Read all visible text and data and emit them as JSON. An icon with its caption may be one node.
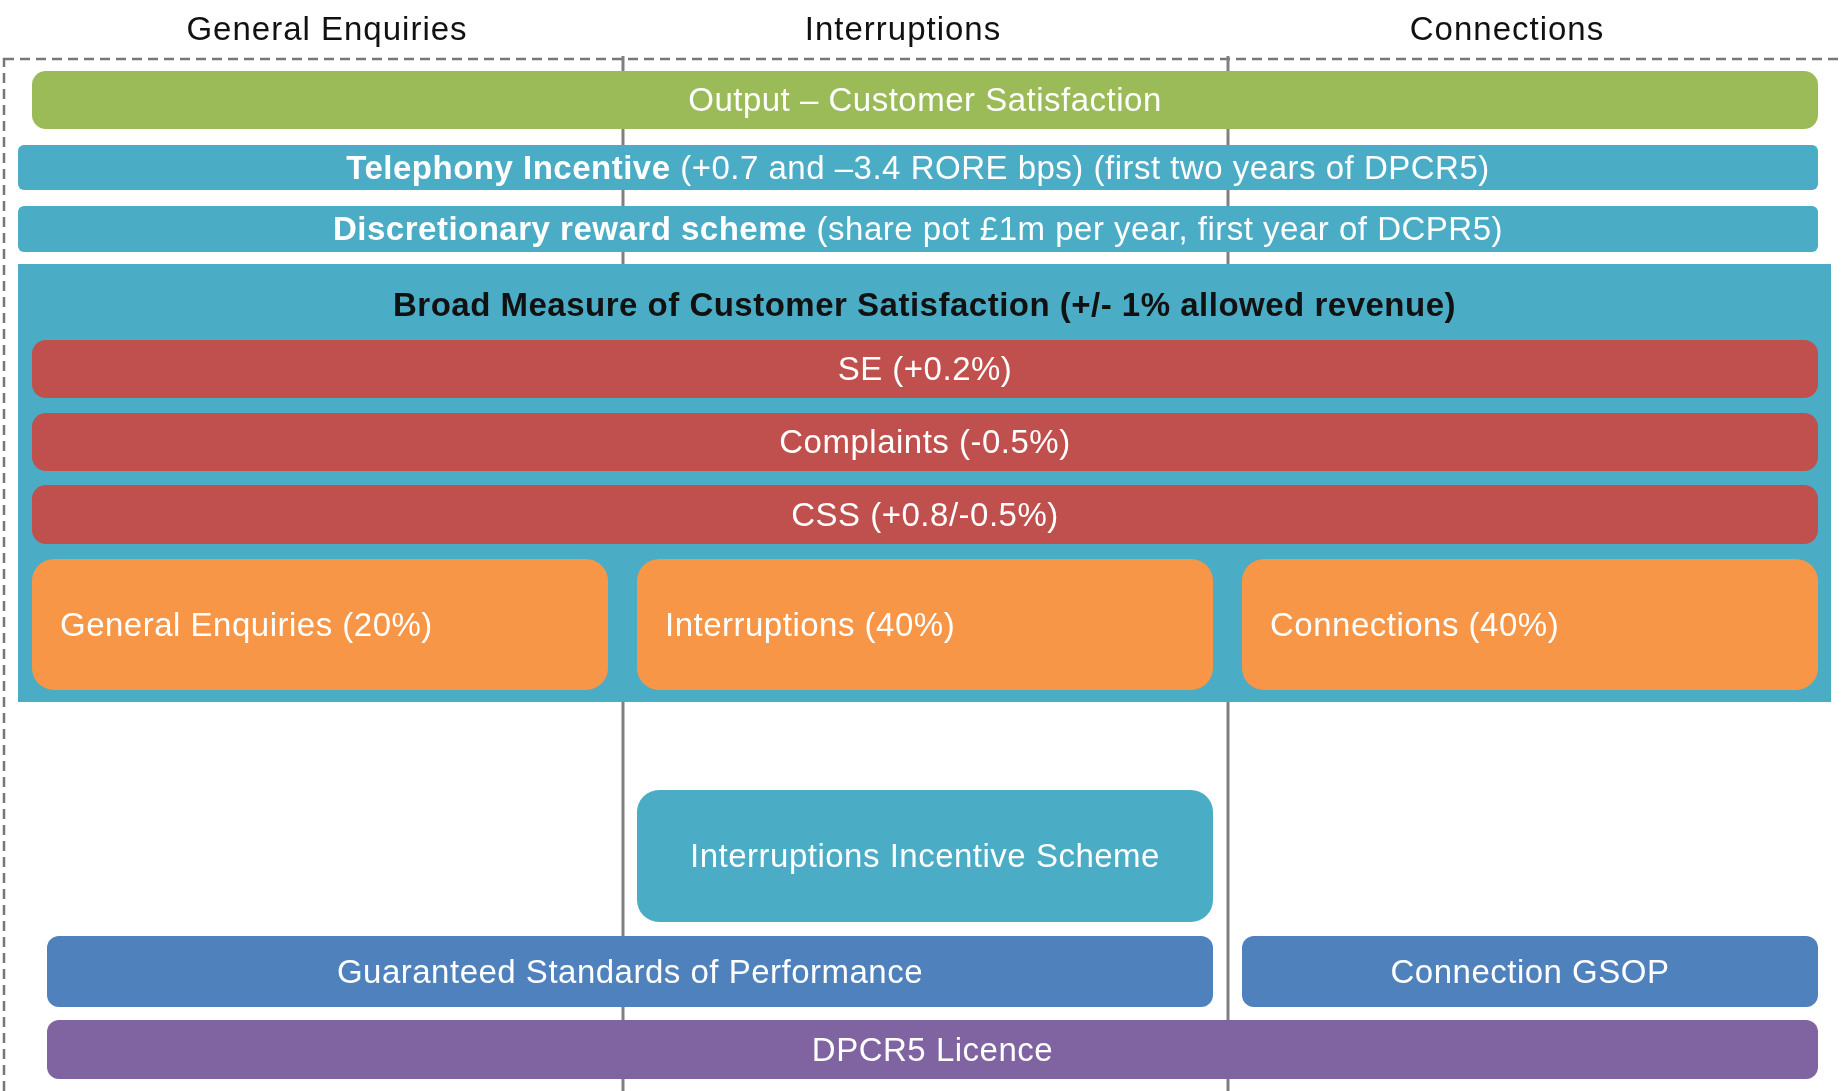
{
  "diagram": {
    "nodes": [
      {
        "text": [
          "Output – Customer Satisfaction"
        ]
      },
      {
        "text": [
          "**Telephony Incentive** (+0.7 and –3.4 RORE bps) (first two years of DPCR5)"
        ]
      },
      {
        "text": [
          "**Discretionary reward scheme**  (share pot £1m per year, first year of DCPR5)"
        ]
      },
      {
        "text": [
          "Broad Measure of Customer Satisfaction (+/- 1% allowed revenue)"
        ]
      },
      {
        "text": [
          "SE (+0.2%)"
        ],
        "in": 3
      },
      {
        "text": [
          "Complaints (-0.5%)"
        ],
        "in": 3
      },
      {
        "text": [
          "CSS (+0.8/-0.5%)"
        ],
        "in": 3
      },
      {
        "text": [
          "General Enquiries (20%)"
        ],
        "in": 3
      },
      {
        "text": [
          "Interruptions (40%)"
        ],
        "in": 3
      },
      {
        "text": [
          "Connections (40%)"
        ],
        "in": 3
      },
      {
        "text": [
          "Interruptions Incentive Scheme"
        ]
      },
      {
        "text": [
          "Guaranteed Standards of Performance"
        ]
      },
      {
        "text": [
          "Connection GSOP"
        ]
      },
      {
        "text": [
          "DPCR5 Licence"
        ]
      }
    ],
    "edges": [],
    "labels": [
      "General Enquiries",
      "Interruptions",
      "Connections"
    ]
  }
}
